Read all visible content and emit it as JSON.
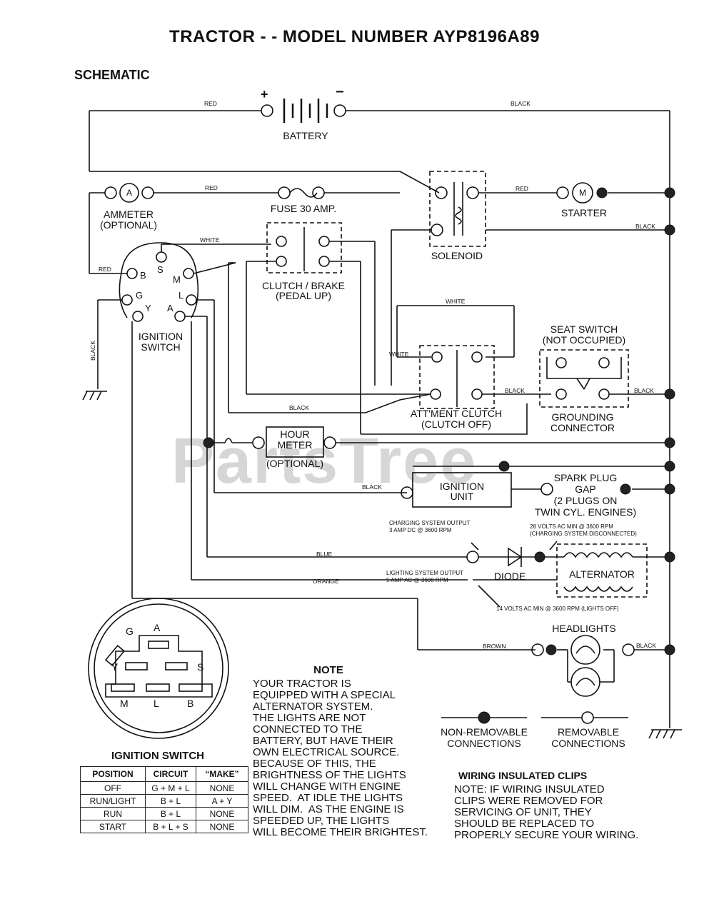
{
  "title": "TRACTOR - - MODEL NUMBER AYP8196A89",
  "section": "SCHEMATIC",
  "watermark": "PartsTree",
  "components": {
    "battery": "BATTERY",
    "plus": "+",
    "minus": "−",
    "ammeter": "AMMETER",
    "ammeter_opt": "(OPTIONAL)",
    "ammeter_sym": "A",
    "fuse": "FUSE 30 AMP.",
    "solenoid": "SOLENOID",
    "starter": "STARTER",
    "starter_sym": "M",
    "clutch_brake_1": "CLUTCH / BRAKE",
    "clutch_brake_2": "(PEDAL UP)",
    "ignition_switch_1": "IGNITION",
    "ignition_switch_2": "SWITCH",
    "seat_switch_1": "SEAT SWITCH",
    "seat_switch_2": "(NOT OCCUPIED)",
    "grounding_1": "GROUNDING",
    "grounding_2": "CONNECTOR",
    "attment_1": "ATT'MENT CLUTCH",
    "attment_2": "(CLUTCH OFF)",
    "hour_meter_1": "HOUR",
    "hour_meter_2": "METER",
    "hour_meter_opt": "(OPTIONAL)",
    "ignition_unit_1": "IGNITION",
    "ignition_unit_2": "UNIT",
    "spark_1": "SPARK PLUG",
    "spark_2": "GAP",
    "spark_3": "(2 PLUGS ON",
    "spark_4": "TWIN CYL. ENGINES)",
    "diode": "DIODE",
    "alternator": "ALTERNATOR",
    "headlights": "HEADLIGHTS",
    "charging_1": "CHARGING SYSTEM OUTPUT",
    "charging_2": "3 AMP DC @ 3600 RPM",
    "volts28_1": "28 VOLTS AC MIN  @ 3600 RPM",
    "volts28_2": "(CHARGING SYSTEM DISCONNECTED)",
    "lighting_1": "LIGHTING SYSTEM OUTPUT",
    "lighting_2": "5 AMP AC @ 3600 RPM",
    "volts14": "14 VOLTS AC MIN @ 3600 RPM (LIGHTS OFF)",
    "term_B": "B",
    "term_S": "S",
    "term_M": "M",
    "term_G": "G",
    "term_L": "L",
    "term_Y": "Y",
    "term_A": "A"
  },
  "wires": {
    "red": "RED",
    "black": "BLACK",
    "white": "WHITE",
    "blue": "BLUE",
    "orange": "ORANGE",
    "brown": "BROWN"
  },
  "legend": {
    "non_removable_1": "NON-REMOVABLE",
    "non_removable_2": "CONNECTIONS",
    "removable_1": "REMOVABLE",
    "removable_2": "CONNECTIONS"
  },
  "note": {
    "title": "NOTE",
    "body": "YOUR TRACTOR IS\nEQUIPPED WITH A SPECIAL\nALTERNATOR SYSTEM.\nTHE LIGHTS ARE NOT\nCONNECTED TO THE\nBATTERY, BUT HAVE THEIR\nOWN ELECTRICAL SOURCE.\nBECAUSE OF THIS, THE\nBRIGHTNESS OF THE LIGHTS\nWILL CHANGE WITH ENGINE\nSPEED.  AT IDLE THE LIGHTS\nWILL DIM.  AS THE ENGINE IS\nSPEEDED UP, THE LIGHTS\nWILL BECOME THEIR BRIGHTEST."
  },
  "clips": {
    "title": "WIRING INSULATED CLIPS",
    "body": "NOTE: IF WIRING INSULATED\nCLIPS WERE REMOVED FOR\nSERVICING OF UNIT, THEY\nSHOULD BE REPLACED TO\nPROPERLY SECURE YOUR WIRING."
  },
  "ignition_diagram": {
    "title": "IGNITION SWITCH",
    "G": "G",
    "A": "A",
    "Y": "Y",
    "S": "S",
    "M": "M",
    "L": "L",
    "B": "B"
  },
  "ignition_table": {
    "headers": [
      "POSITION",
      "CIRCUIT",
      "“MAKE”"
    ],
    "rows": [
      [
        "OFF",
        "G + M + L",
        "NONE"
      ],
      [
        "RUN/LIGHT",
        "B + L",
        "A + Y"
      ],
      [
        "RUN",
        "B + L",
        "NONE"
      ],
      [
        "START",
        "B + L + S",
        "NONE"
      ]
    ]
  }
}
